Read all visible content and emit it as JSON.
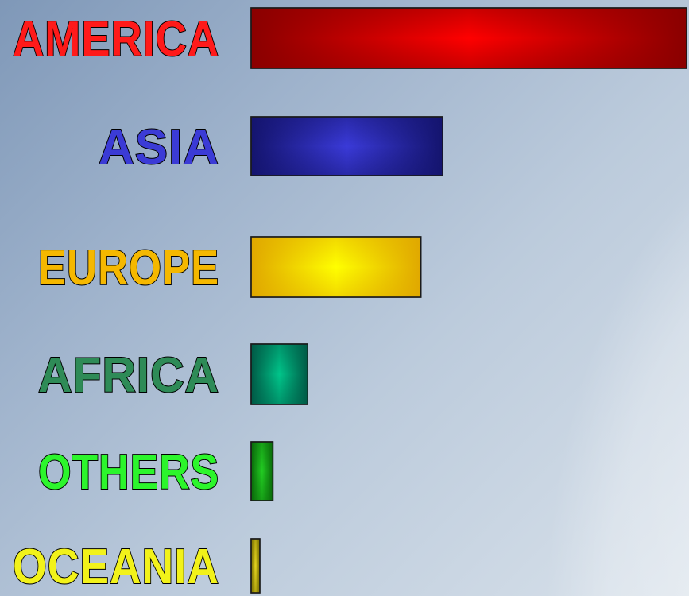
{
  "chart_data": {
    "type": "bar",
    "orientation": "horizontal",
    "title": "",
    "xlabel": "",
    "ylabel": "",
    "grid": false,
    "legend": "none",
    "categories": [
      "AMERICA",
      "ASIA",
      "EUROPE",
      "AFRICA",
      "OTHERS",
      "OCEANIA"
    ],
    "values": [
      100,
      44,
      39,
      13,
      5,
      2
    ],
    "xlim": [
      0,
      100
    ],
    "colors": {
      "AMERICA": {
        "base": "#ff0000",
        "dark": "#8a0000",
        "label": "#ff1a1a"
      },
      "ASIA": {
        "base": "#3a3ad8",
        "dark": "#14146e",
        "label": "#3b3bd6"
      },
      "EUROPE": {
        "base": "#ffff00",
        "dark": "#e0a800",
        "label": "#f5b800"
      },
      "AFRICA": {
        "base": "#00c58a",
        "dark": "#005a46",
        "label": "#2e8b57"
      },
      "OTHERS": {
        "base": "#22cc22",
        "dark": "#0a6a0a",
        "label": "#2cf52c"
      },
      "OCEANIA": {
        "base": "#e5d520",
        "dark": "#7a7000",
        "label": "#f2f21a"
      }
    }
  }
}
